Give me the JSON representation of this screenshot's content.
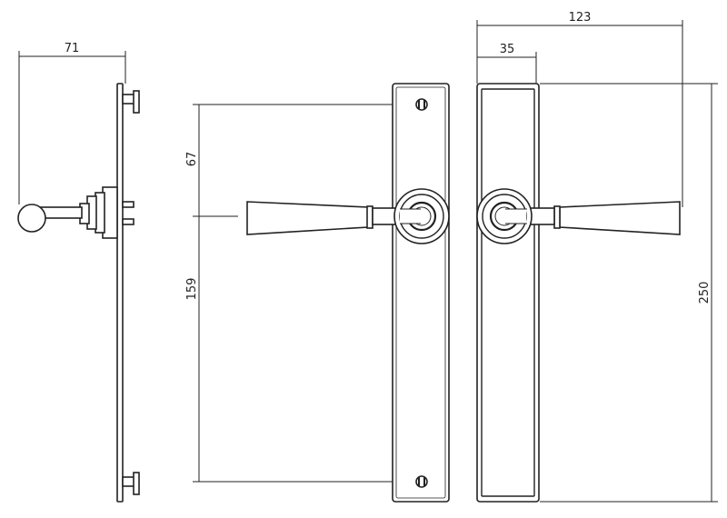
{
  "dimensions": {
    "side_projection": "71",
    "handle_offset_right": "123",
    "plate_width": "35",
    "upper_to_spindle": "67",
    "spindle_to_lower": "159",
    "plate_height": "250"
  }
}
